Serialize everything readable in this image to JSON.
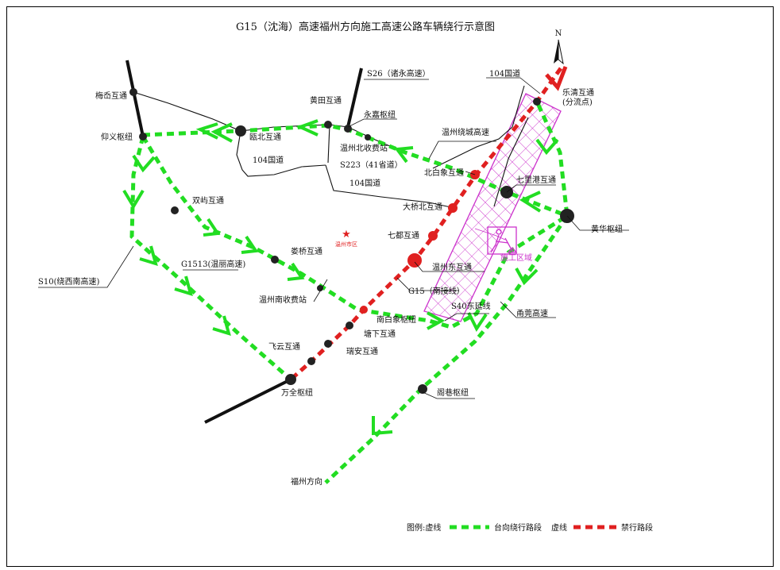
{
  "title": "G15（沈海）高速福州方向施工高速公路车辆绕行示意图",
  "north": "N",
  "colors": {
    "detour": "#22dd22",
    "closed": "#e02020",
    "zone": "#cc33cc",
    "road": "#111111"
  },
  "places": {
    "meiao": "梅岙互通",
    "yangyi": "仰义枢纽",
    "oubei": "瓯北互通",
    "huangtian": "黄田互通",
    "yongjia": "永嘉枢纽",
    "wzbei_toll": "温州北收费站",
    "s223": "S223（41省道）",
    "s26": "S26（诸永高速）",
    "r104_a": "104国道",
    "r104_b": "104国道",
    "r104_c": "104国道",
    "yueqing": "乐清互通",
    "split_point": "(分流点)",
    "ring": "温州绕城高速",
    "beibaixiang": "北白象互通",
    "qiligang": "七里港互通",
    "daqiaobei": "大桥北互通",
    "huanghua": "黄华枢纽",
    "qidu": "七都互通",
    "wzdong": "温州东互通",
    "city": "温州市区",
    "zone": "施工区域",
    "shuangyu": "双屿互通",
    "louqiao": "娄桥互通",
    "g1513": "G1513(温丽高速)",
    "s10": "S10(绕西南高速)",
    "wznan_toll": "温州南收费站",
    "g15_south": "G15（南接线）",
    "s40": "S40东延线",
    "yongguan": "甬莞高速",
    "nanbaixiang": "南白象枢纽",
    "tangxia": "塘下互通",
    "feiyun": "飞云互通",
    "ruian": "瑞安互通",
    "wanquan": "万全枢纽",
    "gexiang": "阁巷枢纽",
    "fuzhou": "福州方向"
  },
  "legend": {
    "prefix": "图例:虚线",
    "detour": "台向绕行路段",
    "closed_prefix": "虚线",
    "closed": "禁行路段"
  }
}
